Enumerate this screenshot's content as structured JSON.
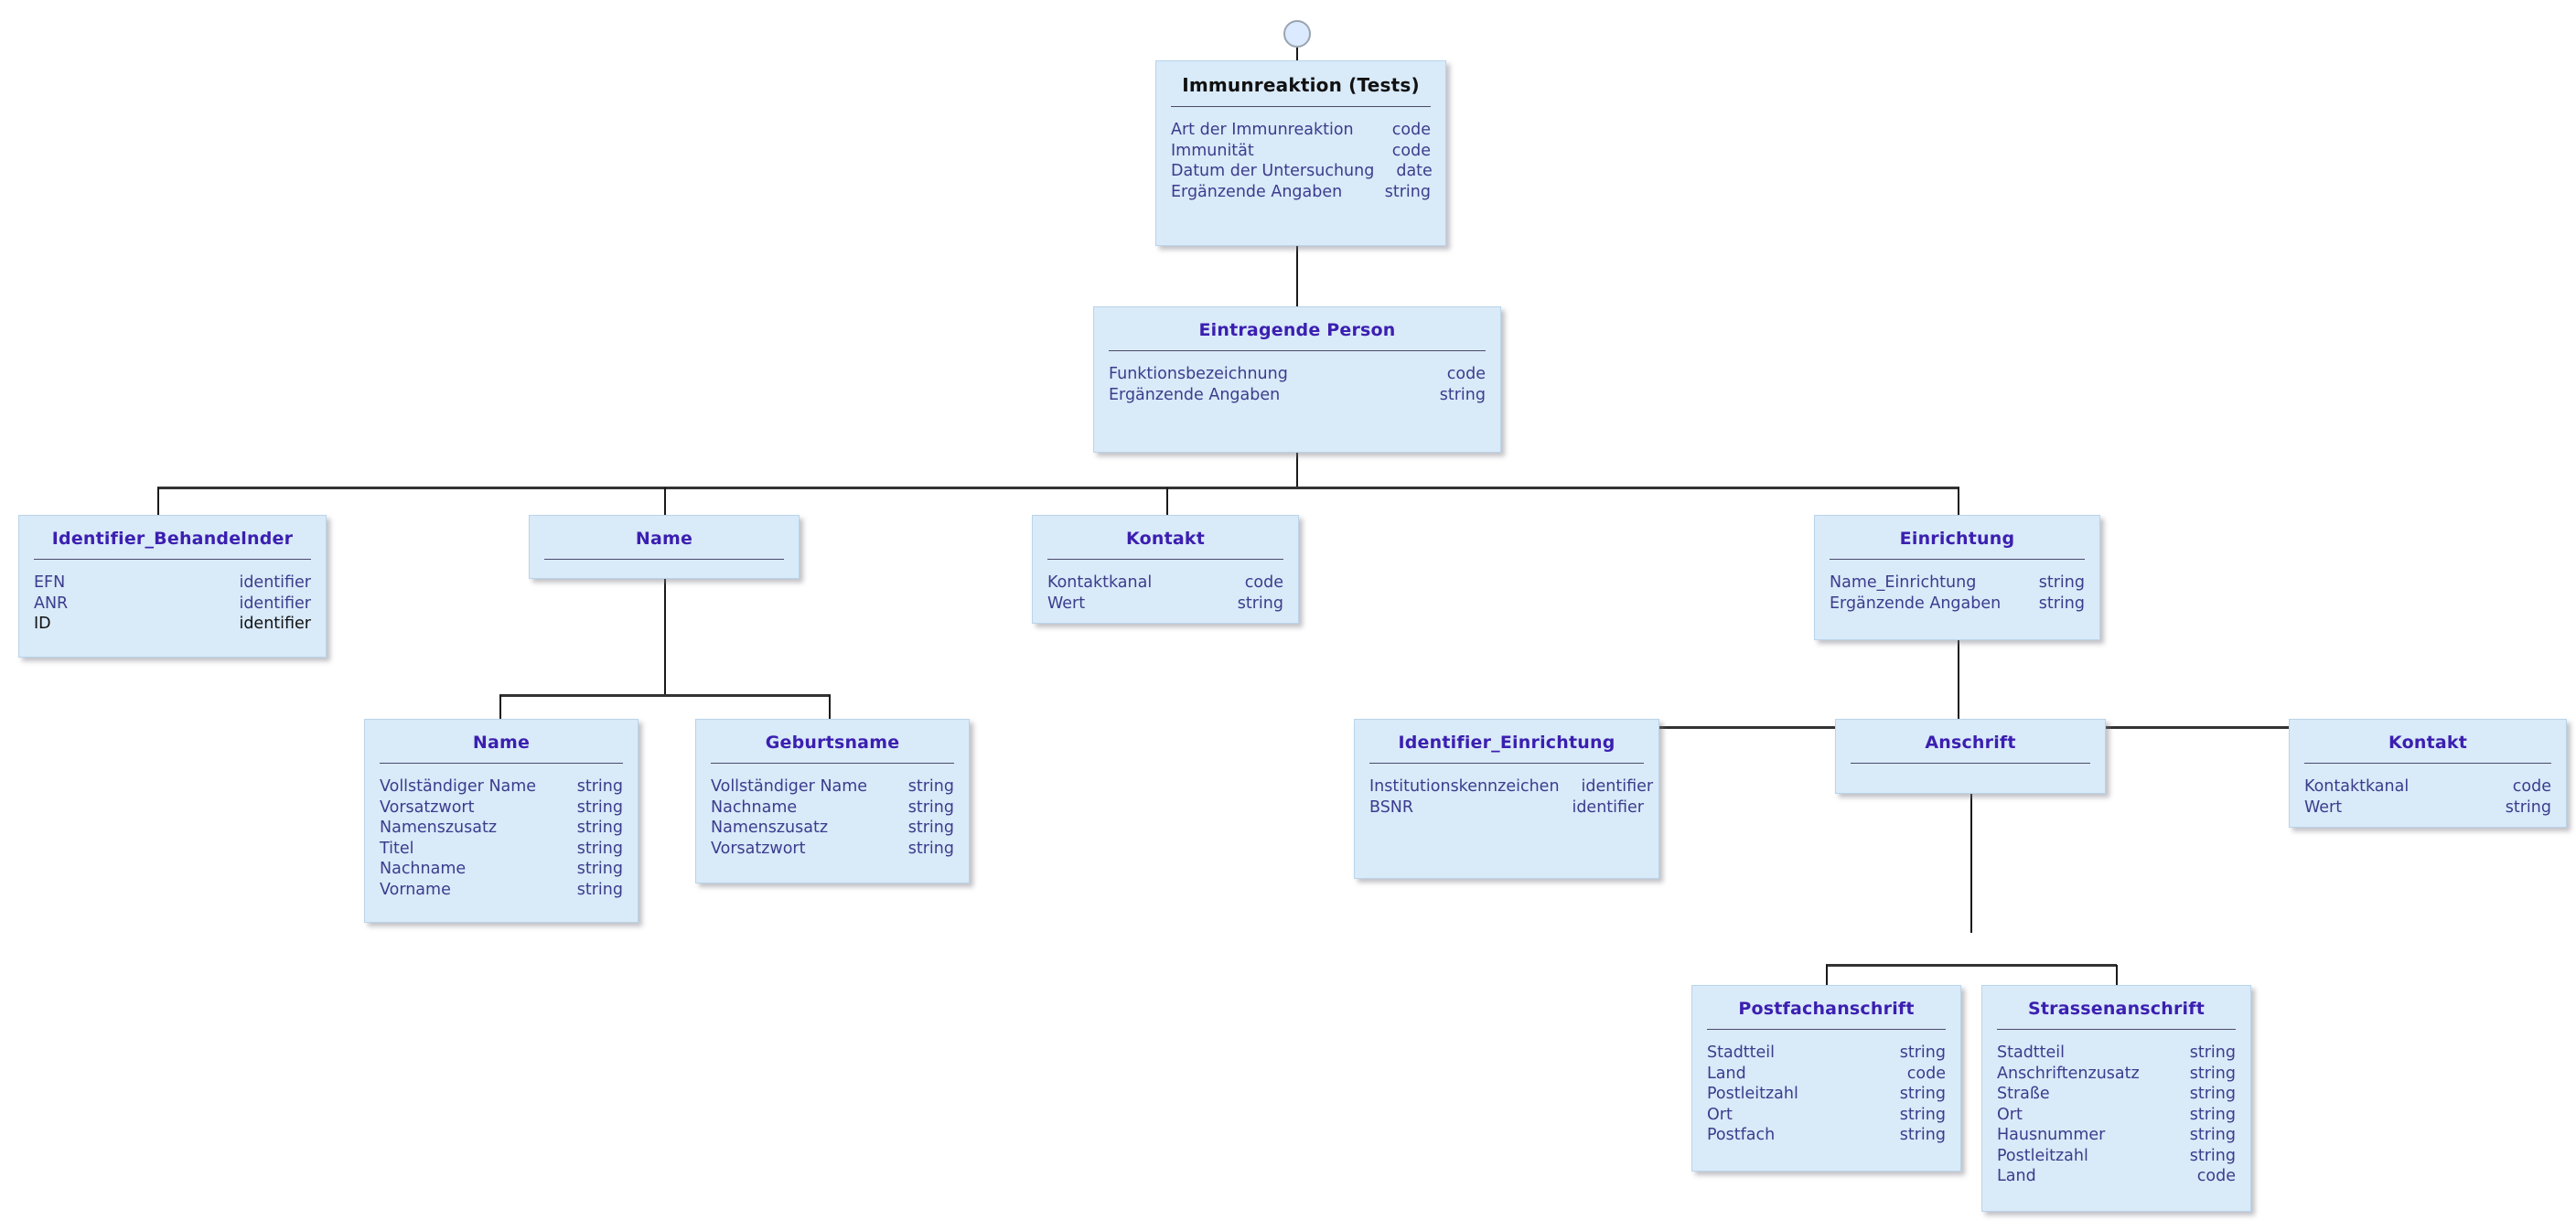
{
  "diagram": {
    "title": "Immunreaktion (Tests) Entity Diagram",
    "colors": {
      "node_fill": "#d9eaf9",
      "node_border": "#b9d4ea",
      "title_purple": "#3b1fb0",
      "title_black": "#111111",
      "attr_blue": "#3c3c8c",
      "attr_black": "#111111",
      "connector": "#1a1a1a",
      "socket_fill": "#dbeafe",
      "socket_border": "#9aa4b0"
    },
    "root_socket": {
      "name": "root-socket",
      "shape": "circle"
    }
  },
  "nodes": [
    {
      "id": "immunreaktion",
      "title": "Immunreaktion (Tests)",
      "title_style": "black",
      "attrs": [
        {
          "name": "Art der Immunreaktion",
          "type": "code",
          "style": "blue"
        },
        {
          "name": "Immunität",
          "type": "code",
          "style": "blue"
        },
        {
          "name": "Datum der Untersuchung",
          "type": "date",
          "style": "blue"
        },
        {
          "name": "Ergänzende Angaben",
          "type": "string",
          "style": "blue"
        }
      ]
    },
    {
      "id": "eintragende-person",
      "title": "Eintragende Person",
      "title_style": "purple",
      "attrs": [
        {
          "name": "Funktionsbezeichnung",
          "type": "code",
          "style": "blue"
        },
        {
          "name": "Ergänzende Angaben",
          "type": "string",
          "style": "blue"
        }
      ]
    },
    {
      "id": "identifier-behandelnder",
      "title": "Identifier_Behandelnder",
      "title_style": "purple",
      "attrs": [
        {
          "name": "EFN",
          "type": "identifier",
          "style": "blue"
        },
        {
          "name": "ANR",
          "type": "identifier",
          "style": "blue"
        },
        {
          "name": "ID",
          "type": "identifier",
          "style": "dark"
        }
      ]
    },
    {
      "id": "name-parent",
      "title": "Name",
      "title_style": "purple",
      "attrs": []
    },
    {
      "id": "kontakt-person",
      "title": "Kontakt",
      "title_style": "purple",
      "attrs": [
        {
          "name": "Kontaktkanal",
          "type": "code",
          "style": "blue"
        },
        {
          "name": "Wert",
          "type": "string",
          "style": "blue"
        }
      ]
    },
    {
      "id": "einrichtung",
      "title": "Einrichtung",
      "title_style": "purple",
      "attrs": [
        {
          "name": "Name_Einrichtung",
          "type": "string",
          "style": "blue"
        },
        {
          "name": "Ergänzende Angaben",
          "type": "string",
          "style": "blue"
        }
      ]
    },
    {
      "id": "name-child",
      "title": "Name",
      "title_style": "purple",
      "attrs": [
        {
          "name": "Vollständiger Name",
          "type": "string",
          "style": "blue"
        },
        {
          "name": "Vorsatzwort",
          "type": "string",
          "style": "blue"
        },
        {
          "name": "Namenszusatz",
          "type": "string",
          "style": "blue"
        },
        {
          "name": "Titel",
          "type": "string",
          "style": "blue"
        },
        {
          "name": "Nachname",
          "type": "string",
          "style": "blue"
        },
        {
          "name": "Vorname",
          "type": "string",
          "style": "blue"
        }
      ]
    },
    {
      "id": "geburtsname",
      "title": "Geburtsname",
      "title_style": "purple",
      "attrs": [
        {
          "name": "Vollständiger Name",
          "type": "string",
          "style": "blue"
        },
        {
          "name": "Nachname",
          "type": "string",
          "style": "blue"
        },
        {
          "name": "Namenszusatz",
          "type": "string",
          "style": "blue"
        },
        {
          "name": "Vorsatzwort",
          "type": "string",
          "style": "blue"
        }
      ]
    },
    {
      "id": "identifier-einrichtung",
      "title": "Identifier_Einrichtung",
      "title_style": "purple",
      "attrs": [
        {
          "name": "Institutionskennzeichen",
          "type": "identifier",
          "style": "blue"
        },
        {
          "name": "BSNR",
          "type": "identifier",
          "style": "blue"
        }
      ]
    },
    {
      "id": "anschrift",
      "title": "Anschrift",
      "title_style": "purple",
      "attrs": []
    },
    {
      "id": "kontakt-einrichtung",
      "title": "Kontakt",
      "title_style": "purple",
      "attrs": [
        {
          "name": "Kontaktkanal",
          "type": "code",
          "style": "blue"
        },
        {
          "name": "Wert",
          "type": "string",
          "style": "blue"
        }
      ]
    },
    {
      "id": "postfachanschrift",
      "title": "Postfachanschrift",
      "title_style": "purple",
      "attrs": [
        {
          "name": "Stadtteil",
          "type": "string",
          "style": "blue"
        },
        {
          "name": "Land",
          "type": "code",
          "style": "blue"
        },
        {
          "name": "Postleitzahl",
          "type": "string",
          "style": "blue"
        },
        {
          "name": "Ort",
          "type": "string",
          "style": "blue"
        },
        {
          "name": "Postfach",
          "type": "string",
          "style": "blue"
        }
      ]
    },
    {
      "id": "strassenanschrift",
      "title": "Strassenanschrift",
      "title_style": "purple",
      "attrs": [
        {
          "name": "Stadtteil",
          "type": "string",
          "style": "blue"
        },
        {
          "name": "Anschriftenzusatz",
          "type": "string",
          "style": "blue"
        },
        {
          "name": "Straße",
          "type": "string",
          "style": "blue"
        },
        {
          "name": "Ort",
          "type": "string",
          "style": "blue"
        },
        {
          "name": "Hausnummer",
          "type": "string",
          "style": "blue"
        },
        {
          "name": "Postleitzahl",
          "type": "string",
          "style": "blue"
        },
        {
          "name": "Land",
          "type": "code",
          "style": "blue"
        }
      ]
    }
  ]
}
